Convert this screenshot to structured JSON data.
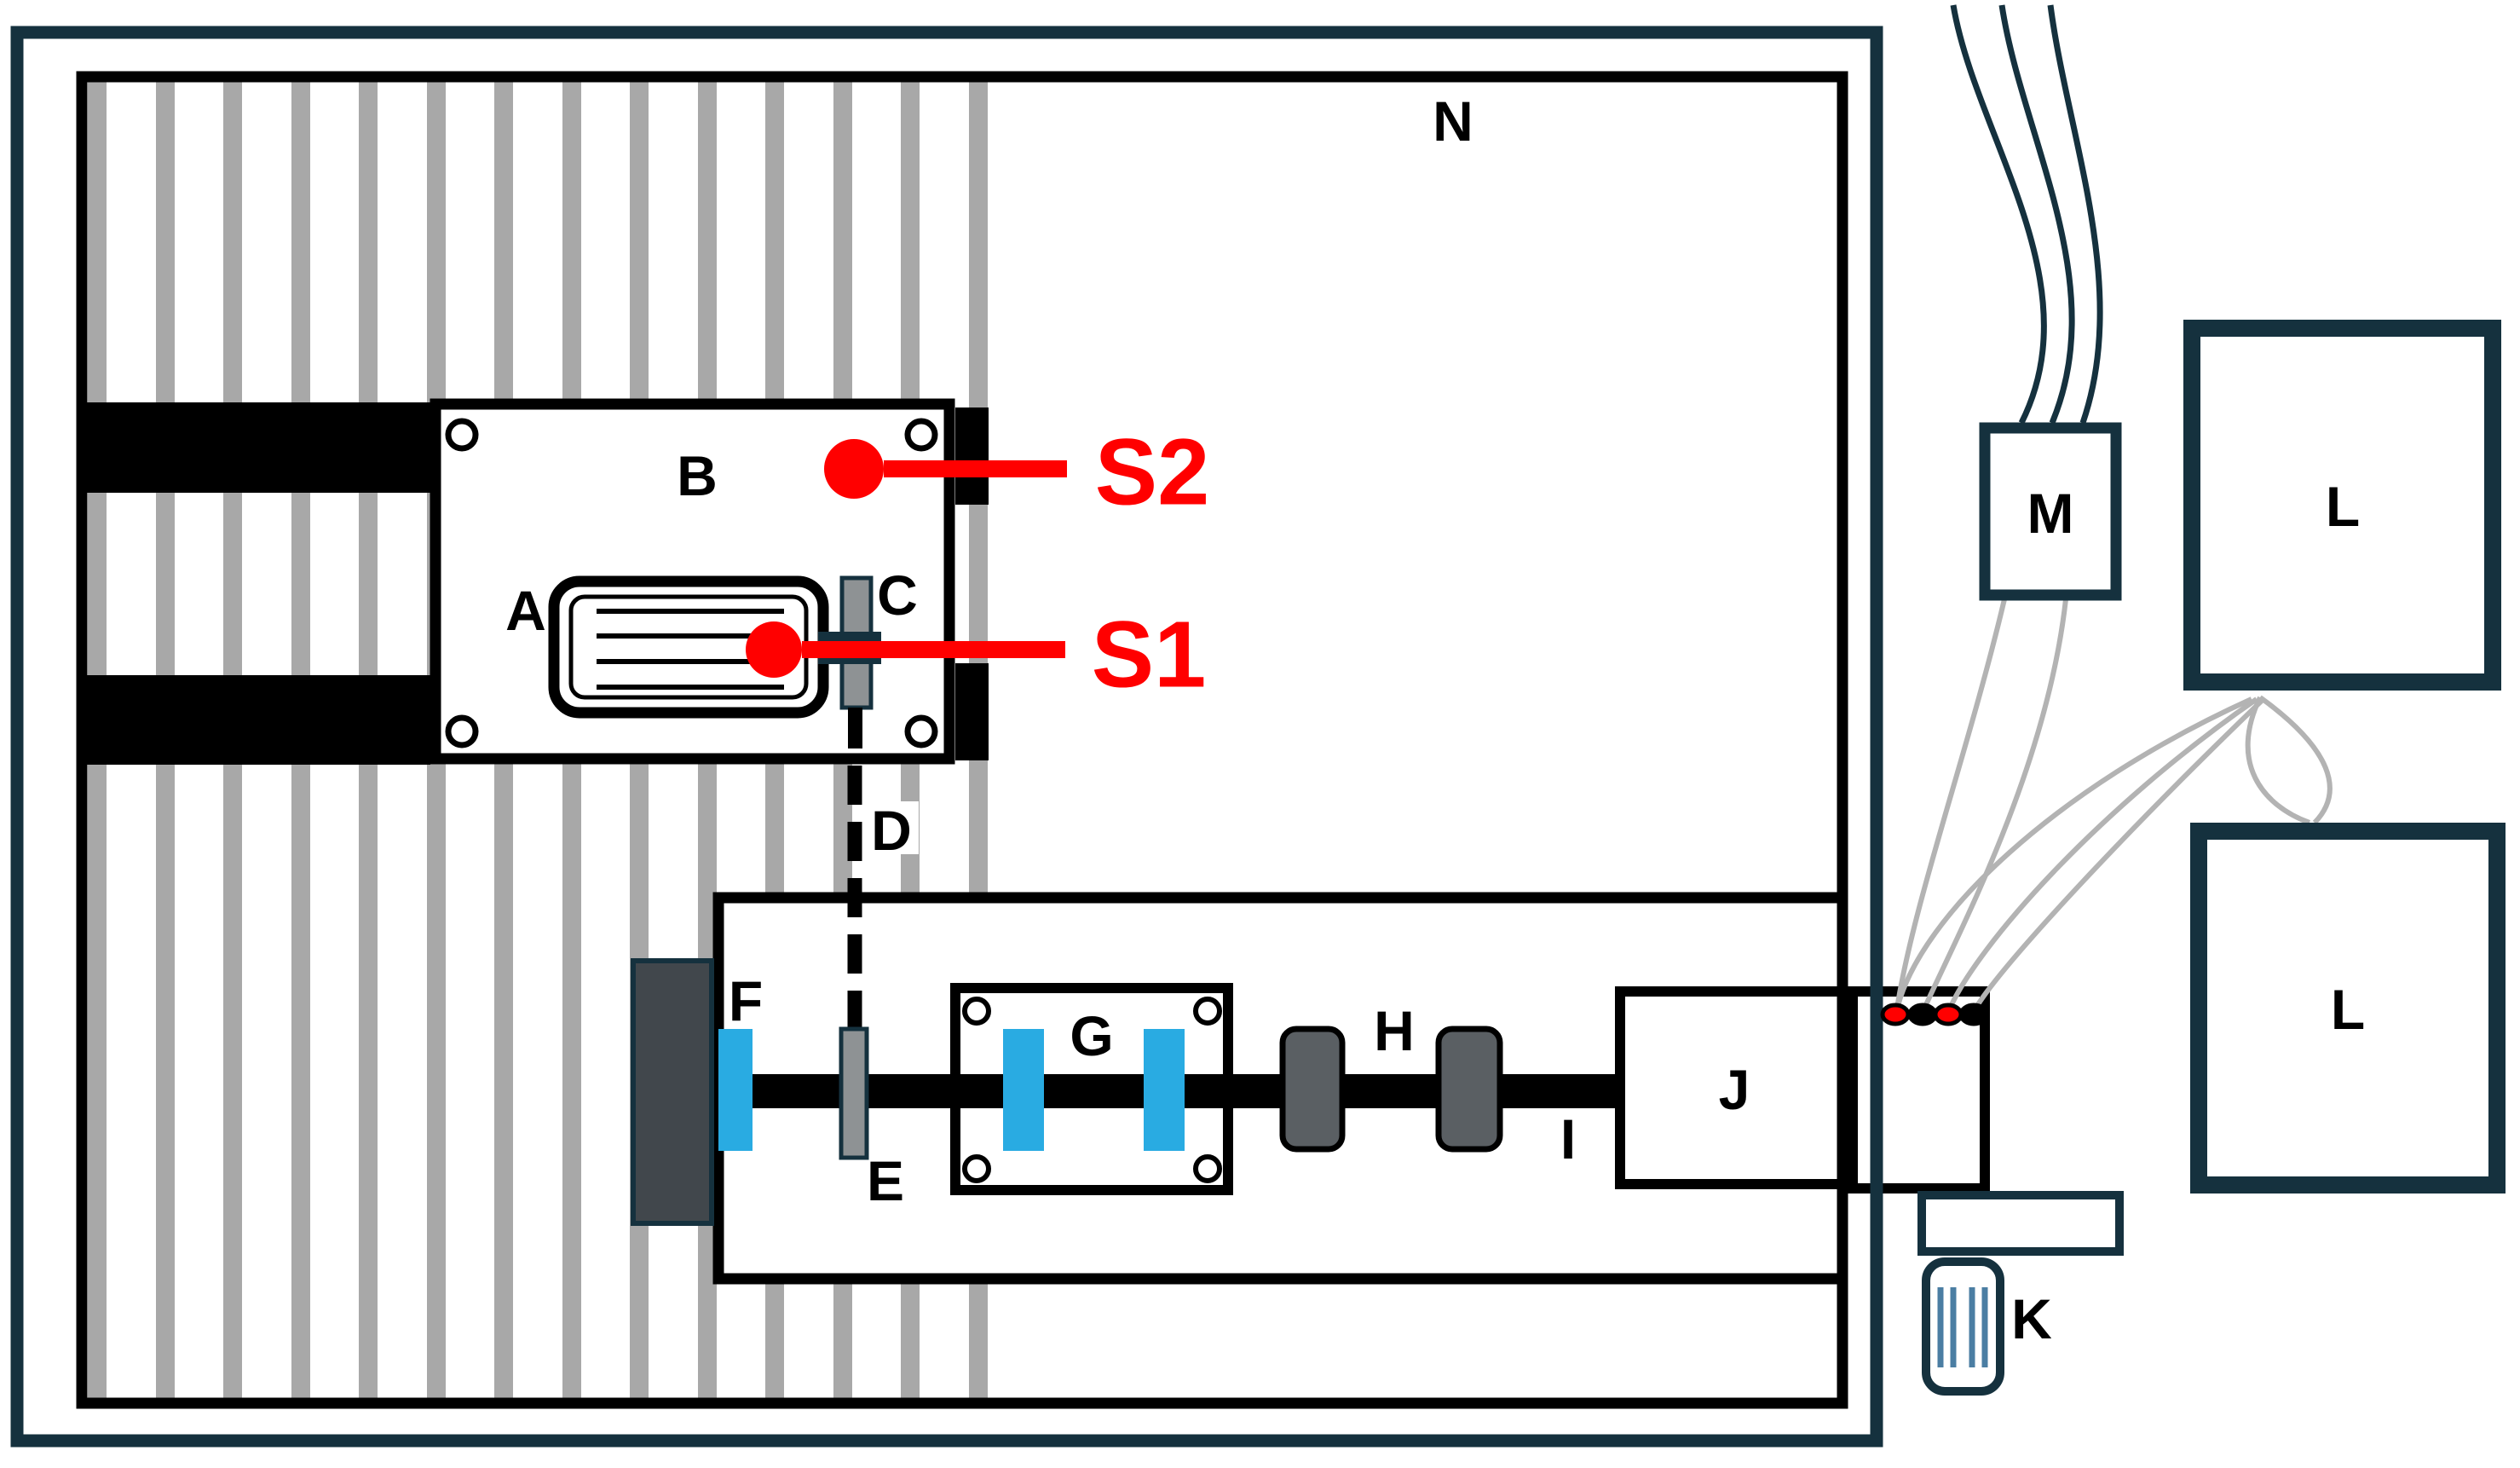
{
  "diagram": {
    "type": "apparatus-schematic",
    "labels": {
      "a": "A",
      "b": "B",
      "c": "C",
      "d": "D",
      "e": "E",
      "f": "F",
      "g": "G",
      "h": "H",
      "i": "I",
      "j": "J",
      "k": "K",
      "l_top": "L",
      "l_bottom": "L",
      "m": "M",
      "n": "N",
      "s1": "S1",
      "s2": "S2"
    },
    "colors": {
      "frame_navy": "#15313e",
      "callout_red": "#ff0000",
      "optic_cyan": "#29abe2",
      "stripe_gray": "#a8a8a8",
      "slab_gray": "#8e9294",
      "coupler_gray": "#5a5f63",
      "block_dark": "#41474c",
      "wire_gray": "#b3b3b3",
      "k_line_blue": "#4b7ea3",
      "dot_red": "#ff0000",
      "dot_black": "#000000"
    }
  }
}
